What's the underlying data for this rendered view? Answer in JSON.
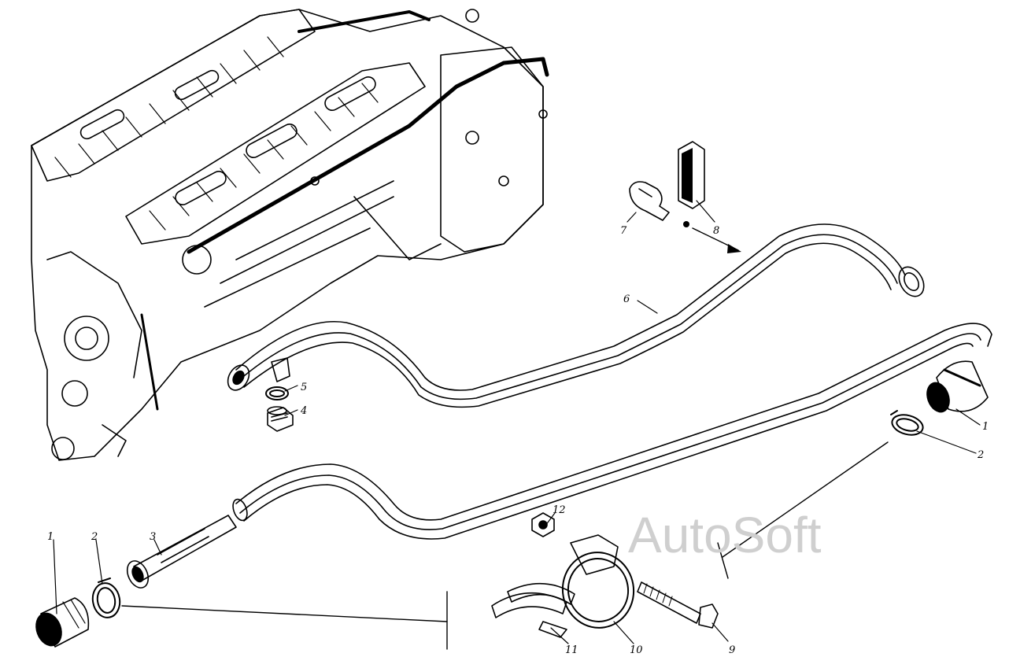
{
  "watermark": {
    "text": "AutoSoft",
    "color": "#cfcfcf"
  },
  "callouts": [
    {
      "id": "part-6",
      "label": "6"
    },
    {
      "id": "part-7",
      "label": "7"
    },
    {
      "id": "part-8",
      "label": "8"
    },
    {
      "id": "part-5",
      "label": "5"
    },
    {
      "id": "part-4",
      "label": "4"
    },
    {
      "id": "part-1-right",
      "label": "1"
    },
    {
      "id": "part-2-right",
      "label": "2"
    },
    {
      "id": "part-1-left",
      "label": "1"
    },
    {
      "id": "part-2-left",
      "label": "2"
    },
    {
      "id": "part-3",
      "label": "3"
    },
    {
      "id": "part-12",
      "label": "12"
    },
    {
      "id": "part-11",
      "label": "11"
    },
    {
      "id": "part-10",
      "label": "10"
    },
    {
      "id": "part-9",
      "label": "9"
    }
  ],
  "colors": {
    "ink": "#000000",
    "paper": "#ffffff"
  }
}
